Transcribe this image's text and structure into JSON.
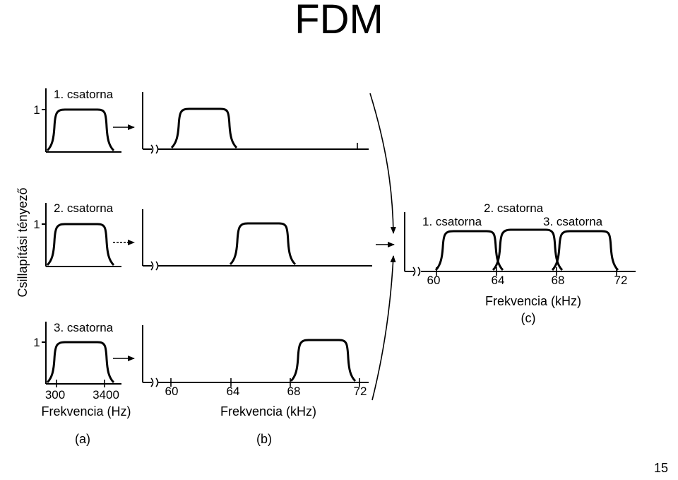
{
  "slide": {
    "title": "FDM",
    "page_number": "15"
  },
  "diagram": {
    "y_axis_label": "Csillapítási tényező",
    "unit_level": "1",
    "channels": [
      {
        "id": "ch1",
        "label": "1. csatorna",
        "band_khz": [
          60,
          64
        ]
      },
      {
        "id": "ch2",
        "label": "2. csatorna",
        "band_khz": [
          64,
          68
        ]
      },
      {
        "id": "ch3",
        "label": "3. csatorna",
        "band_khz": [
          68,
          72
        ]
      }
    ],
    "panel_a": {
      "tick_low": "300",
      "tick_high": "3400",
      "xlabel": "Frekvencia (Hz)",
      "caption": "(a)"
    },
    "panel_b": {
      "ticks": [
        "60",
        "64",
        "68",
        "72"
      ],
      "xlabel": "Frekvencia (kHz)",
      "caption": "(b)"
    },
    "panel_c": {
      "ticks": [
        "60",
        "64",
        "68",
        "72"
      ],
      "xlabel": "Frekvencia (kHz)",
      "caption": "(c)"
    }
  }
}
